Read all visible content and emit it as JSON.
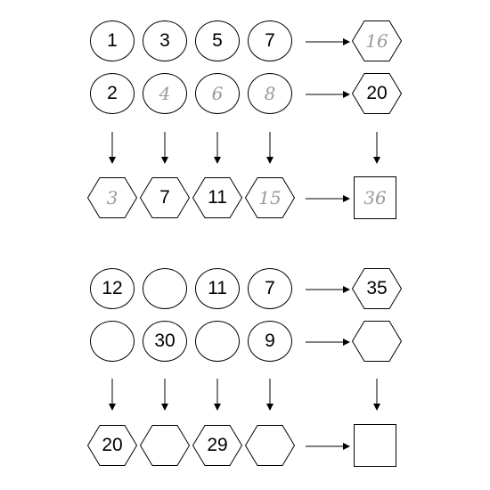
{
  "puzzle_1": {
    "row_1": {
      "c1": "1",
      "c2": "3",
      "c3": "5",
      "c4": "7",
      "hex": "16"
    },
    "row_2": {
      "c1": "2",
      "c2": "4",
      "c3": "6",
      "c4": "8",
      "hex": "20"
    },
    "bottom": {
      "h1": "3",
      "h2": "7",
      "h3": "11",
      "h4": "15",
      "square": "36"
    }
  },
  "puzzle_2": {
    "row_1": {
      "c1": "12",
      "c2": "",
      "c3": "11",
      "c4": "7",
      "hex": "35"
    },
    "row_2": {
      "c1": "",
      "c2": "30",
      "c3": "",
      "c4": "9",
      "hex": ""
    },
    "bottom": {
      "h1": "20",
      "h2": "",
      "h3": "29",
      "h4": "",
      "square": ""
    }
  },
  "colors": {
    "stroke": "#000000",
    "handwritten_text": "#9a9a9a"
  },
  "icons": {
    "arrow_right": "arrow-right-icon",
    "arrow_down": "arrow-down-icon"
  }
}
